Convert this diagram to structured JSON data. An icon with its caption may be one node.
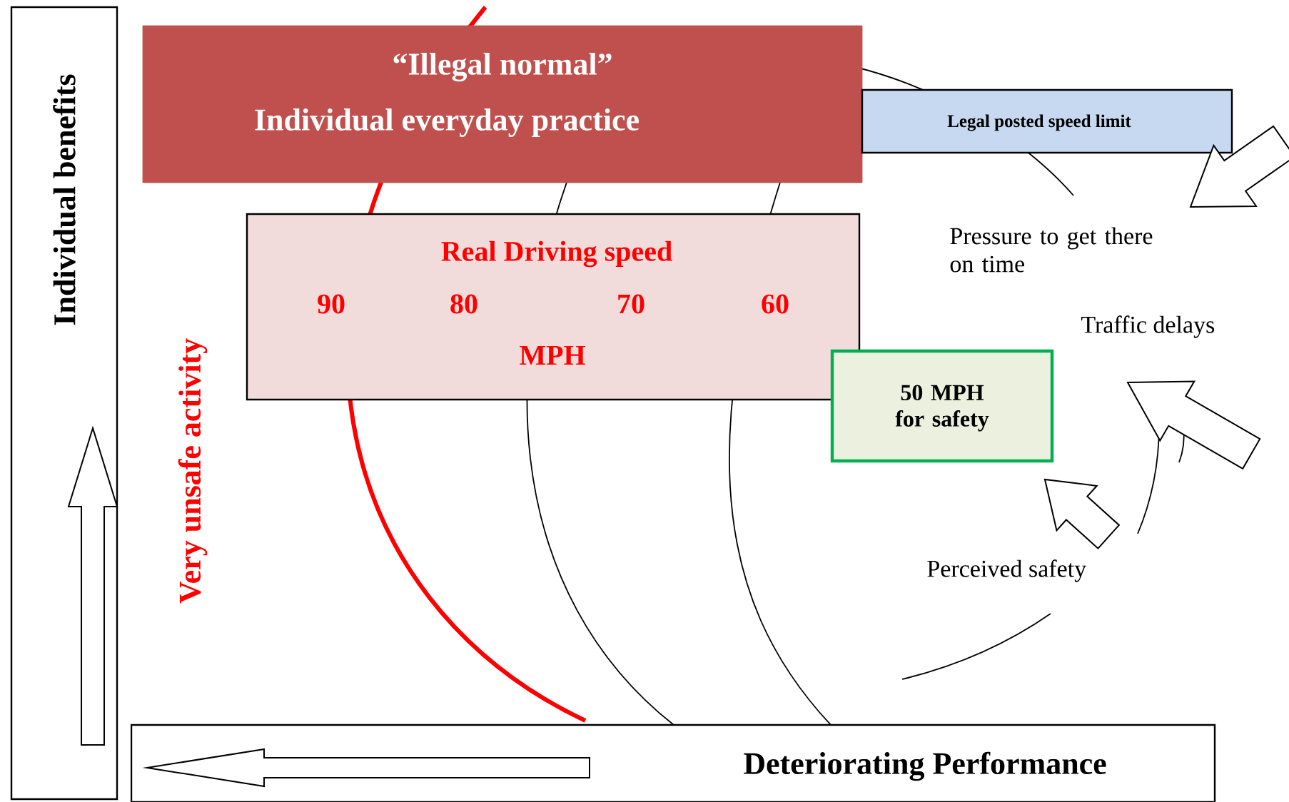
{
  "diagram": {
    "nodes": [
      {
        "text": [
          "Individual benefits"
        ]
      },
      {
        "text": [
          "“Illegal normal”",
          "Individual everyday practice"
        ]
      },
      {
        "text": [
          "Legal posted speed limit"
        ]
      },
      {
        "text": [
          "Real Driving speed",
          "90",
          "80",
          "70",
          "60",
          "MPH"
        ]
      },
      {
        "text": [
          "50 MPH for safety"
        ]
      },
      {
        "text": [
          "Deteriorating Performance"
        ]
      }
    ],
    "labels": [
      "Very unsafe activity",
      "Pressure to get there on time",
      "Traffic delays",
      "Perceived safety"
    ]
  }
}
